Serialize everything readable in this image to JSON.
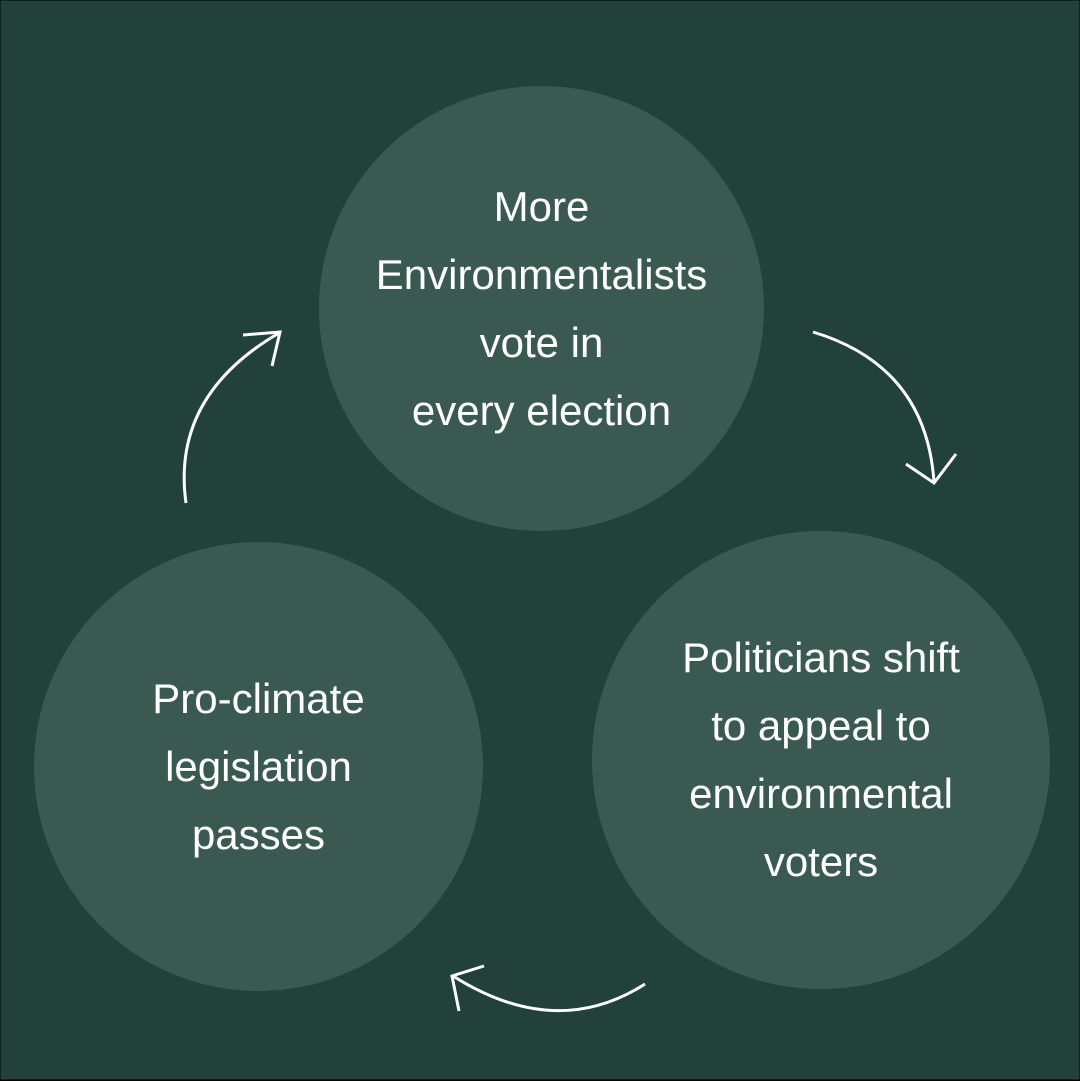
{
  "diagram": {
    "type": "cycle",
    "colors": {
      "background": "#21413a",
      "node": "#3a5a51",
      "text": "#ffffff",
      "arrow": "#ffffff"
    },
    "nodes": [
      {
        "id": "top",
        "label": "More\nEnvironmentalists\nvote in\nevery election"
      },
      {
        "id": "right",
        "label": "Politicians shift\nto appeal to\nenvironmental\nvoters"
      },
      {
        "id": "left",
        "label": "Pro-climate\nlegislation\npasses"
      }
    ],
    "edges": [
      {
        "from": "top",
        "to": "right",
        "icon": "curved-arrow-down-icon"
      },
      {
        "from": "right",
        "to": "left",
        "icon": "curved-arrow-left-icon"
      },
      {
        "from": "left",
        "to": "top",
        "icon": "curved-arrow-up-icon"
      }
    ]
  }
}
